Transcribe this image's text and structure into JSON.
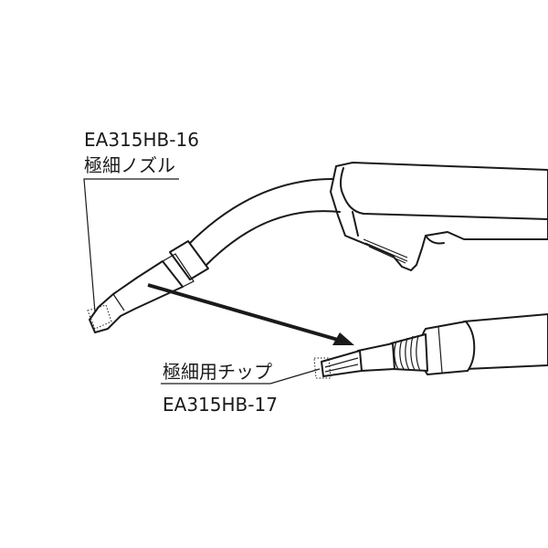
{
  "labels": {
    "nozzle_code": "EA315HB-16",
    "nozzle_name": "極細ノズル",
    "tip_name": "極細用チップ",
    "tip_code": "EA315HB-17"
  }
}
